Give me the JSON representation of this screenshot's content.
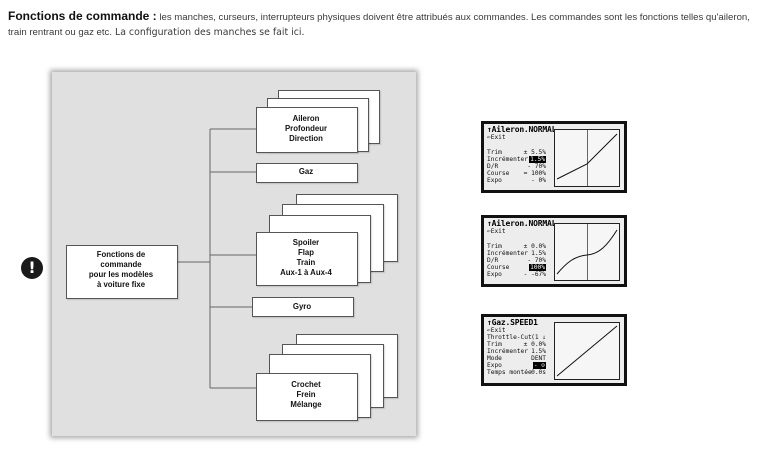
{
  "intro": {
    "bold": "Fonctions de commande :",
    "part1": " les manches, curseurs, interrupteurs physiques doivent être attribués aux commandes. Les commandes sont les fonctions telles qu'aileron, train rentrant ou gaz etc.",
    "part2": " La configuration des manches se fait ici."
  },
  "diagram": {
    "root": [
      "Fonctions de",
      "commande",
      "pour les modèles",
      "à voiture fixe"
    ],
    "group1": [
      "Aileron",
      "Profondeur",
      "Direction"
    ],
    "group2": [
      "Gaz"
    ],
    "group3": [
      "Spoiler",
      "Flap",
      "Train",
      "Aux-1 à Aux-4"
    ],
    "group4": [
      "Gyro"
    ],
    "group5": [
      "Crochet",
      "Frein",
      "Mélange"
    ]
  },
  "warning_icon": "exclamation-circle-icon",
  "screens": [
    {
      "title": "↑Aileron.NORMAL",
      "rows": [
        {
          "label": "⇐Exit",
          "value": ""
        },
        {
          "label": "Trim",
          "value": "± 5.5%"
        },
        {
          "label": " Incrémenter",
          "value": "1.5%"
        },
        {
          "label": "D/R",
          "value": "- 70%"
        },
        {
          "label": "Course",
          "value": "= 100%"
        },
        {
          "label": "Expo",
          "value": "- 0%"
        }
      ]
    },
    {
      "title": "↑Aileron.NORMAL",
      "rows": [
        {
          "label": "⇐Exit",
          "value": ""
        },
        {
          "label": "Trim",
          "value": "± 0.0%"
        },
        {
          "label": " Incrémenter",
          "value": "1.5%"
        },
        {
          "label": "D/R",
          "value": "- 70%"
        },
        {
          "label": "Course",
          "value": "100%"
        },
        {
          "label": "Expo",
          "value": "- -67%"
        }
      ]
    },
    {
      "title": "↑Gaz.SPEED1",
      "rows": [
        {
          "label": "⇐Exit",
          "value": ""
        },
        {
          "label": "Throttle-Cut",
          "value": "(1 ↓"
        },
        {
          "label": "Trim",
          "value": "± 0.0%"
        },
        {
          "label": " Incrémenter",
          "value": "1.5%"
        },
        {
          "label": " Mode",
          "value": "DENT"
        },
        {
          "label": "Expo",
          "value": "- ⊙"
        },
        {
          "label": "Temps montée",
          "value": "- 0.0s"
        }
      ]
    }
  ]
}
